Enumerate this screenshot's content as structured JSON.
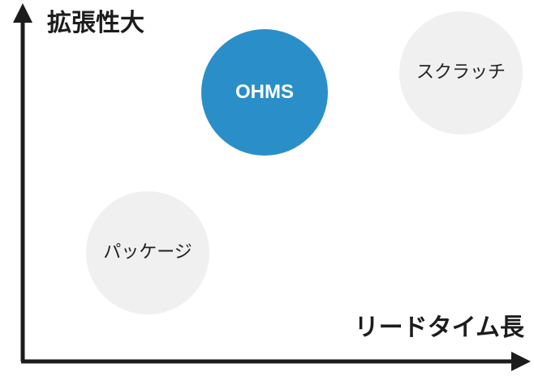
{
  "axes": {
    "y_label": "拡張性大",
    "x_label": "リードタイム長"
  },
  "bubbles": {
    "ohms": {
      "label": "OHMS"
    },
    "scratch": {
      "label": "スクラッチ"
    },
    "package": {
      "label": "パッケージ"
    }
  },
  "colors": {
    "accent": "#2a8fc8",
    "neutral_bubble": "#f0f0f0",
    "axis": "#1c1c1c"
  }
}
